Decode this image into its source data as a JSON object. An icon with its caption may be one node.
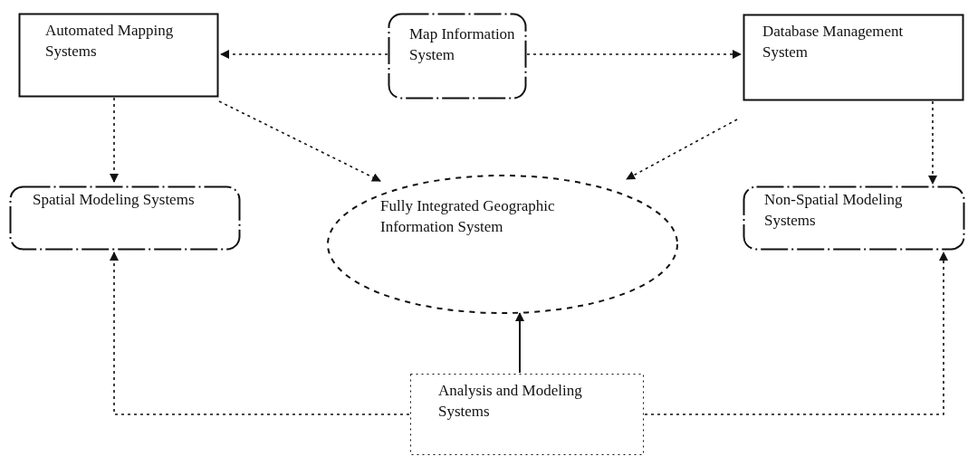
{
  "diagram": {
    "nodes": [
      {
        "text": [
          "Automated Mapping Systems"
        ]
      },
      {
        "text": [
          "Map Information System"
        ]
      },
      {
        "text": [
          "Database Management System"
        ]
      },
      {
        "text": [
          "Spatial Modeling Systems"
        ]
      },
      {
        "text": [
          "Fully Integrated Geographic Information System"
        ]
      },
      {
        "text": [
          "Non-Spatial Modeling Systems"
        ]
      },
      {
        "text": [
          "Analysis and Modeling Systems"
        ]
      }
    ],
    "edges": [
      {
        "from": 1,
        "to": 0,
        "arrow": "to",
        "style": "dashed"
      },
      {
        "from": 1,
        "to": 2,
        "arrow": "to",
        "style": "dashed"
      },
      {
        "from": 0,
        "to": 3,
        "arrow": "to",
        "style": "dashed"
      },
      {
        "from": 0,
        "to": 4,
        "arrow": "to",
        "style": "dashed"
      },
      {
        "from": 2,
        "to": 4,
        "arrow": "to",
        "style": "dashed"
      },
      {
        "from": 2,
        "to": 5,
        "arrow": "to",
        "style": "dashed"
      },
      {
        "from": 6,
        "to": 4,
        "arrow": "to"
      },
      {
        "from": 6,
        "to": 3,
        "arrow": "to",
        "style": "dashed"
      },
      {
        "from": 6,
        "to": 5,
        "arrow": "to",
        "style": "dashed"
      }
    ]
  }
}
